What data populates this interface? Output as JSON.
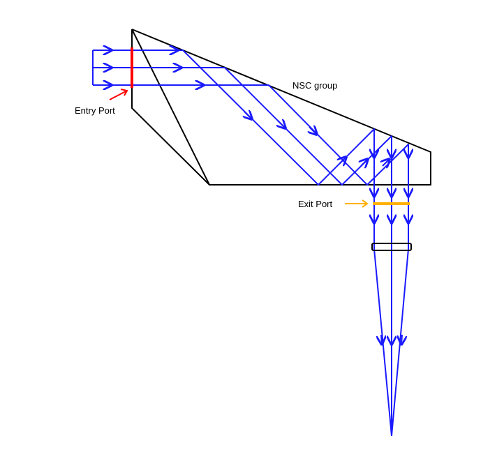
{
  "labels": {
    "nsc_group": "NSC group",
    "entry_port": "Entry Port",
    "exit_port": "Exit Port"
  },
  "colors": {
    "ray": "#1a1aff",
    "outline": "#000000",
    "entry_port": "#ff0000",
    "exit_port": "#ffb000",
    "background": "#ffffff"
  },
  "icons": {
    "entry_pointer": "red-arrow-icon",
    "exit_pointer": "orange-arrow-icon",
    "ray_direction": "arrowhead-icon"
  }
}
